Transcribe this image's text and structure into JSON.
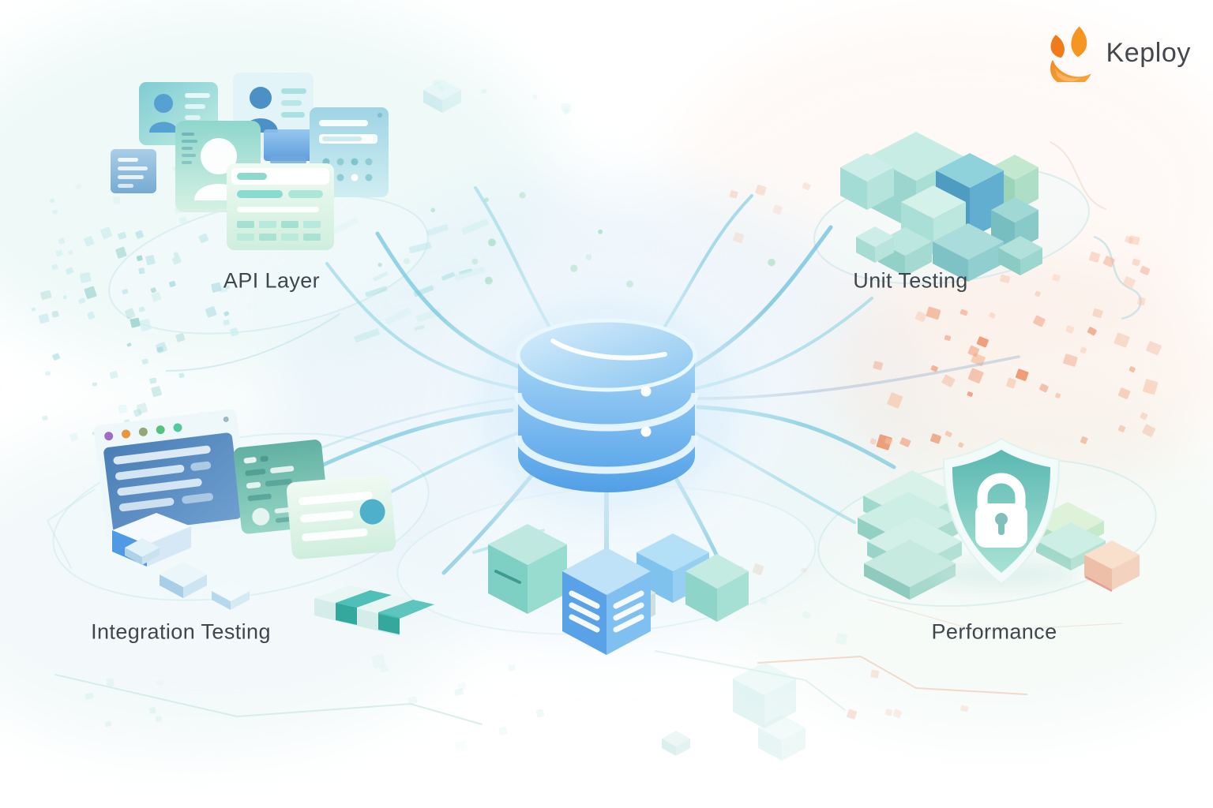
{
  "logo": {
    "text": "Keploy",
    "icon": "keploy-rabbit",
    "icon_color_primary": "#ef7d1d",
    "icon_color_secondary": "#f7a32e",
    "text_color": "#44484e"
  },
  "diagram": {
    "center_node": {
      "name": "database",
      "shape": "database-cylinder",
      "color": "#54a3ea"
    },
    "nodes": {
      "api_layer": {
        "label": "API Layer",
        "position": "top-left"
      },
      "unit_testing": {
        "label": "Unit Testing",
        "position": "top-right"
      },
      "integration_testing": {
        "label": "Integration Testing",
        "position": "bottom-left"
      },
      "performance": {
        "label": "Performance",
        "position": "bottom-right"
      }
    },
    "connections": [
      {
        "from": "database",
        "to": "api_layer"
      },
      {
        "from": "database",
        "to": "unit_testing"
      },
      {
        "from": "database",
        "to": "integration_testing"
      },
      {
        "from": "database",
        "to": "performance"
      }
    ]
  },
  "palette": {
    "line_teal": "#74c8dc",
    "database_blue": "#4f9fe8",
    "mint": "#a8dcd0",
    "scatter_orange": "#ef9468",
    "label_color": "#3e464e"
  }
}
